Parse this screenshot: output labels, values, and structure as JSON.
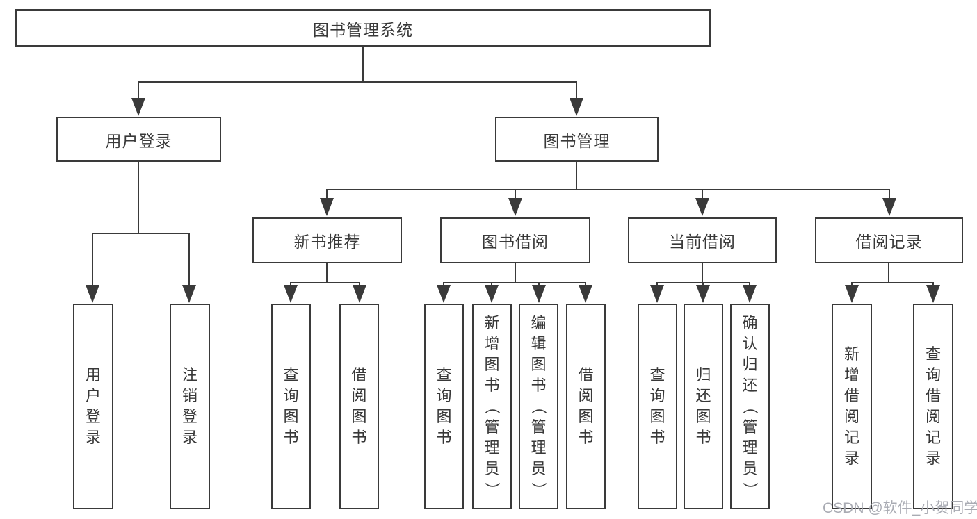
{
  "diagram": {
    "root": "图书管理系统",
    "user_login": {
      "label": "用户登录",
      "leaves": [
        "用户登录",
        "注销登录"
      ]
    },
    "book_management": {
      "label": "图书管理",
      "groups": [
        {
          "label": "新书推荐",
          "leaves": [
            "查询图书",
            "借阅图书"
          ]
        },
        {
          "label": "图书借阅",
          "leaves": [
            "查询图书",
            "新增图书（管理员）",
            "编辑图书（管理员）",
            "借阅图书"
          ]
        },
        {
          "label": "当前借阅",
          "leaves": [
            "查询图书",
            "归还图书",
            "确认归还（管理员）"
          ]
        },
        {
          "label": "借阅记录",
          "leaves": [
            "新增借阅记录",
            "查询借阅记录"
          ]
        }
      ]
    }
  },
  "watermark": "CSDN @软件_小贺同学",
  "colors": {
    "line": "#3a3a3a",
    "text": "#383838",
    "watermark": "#a9abb3",
    "background": "#ffffff"
  }
}
